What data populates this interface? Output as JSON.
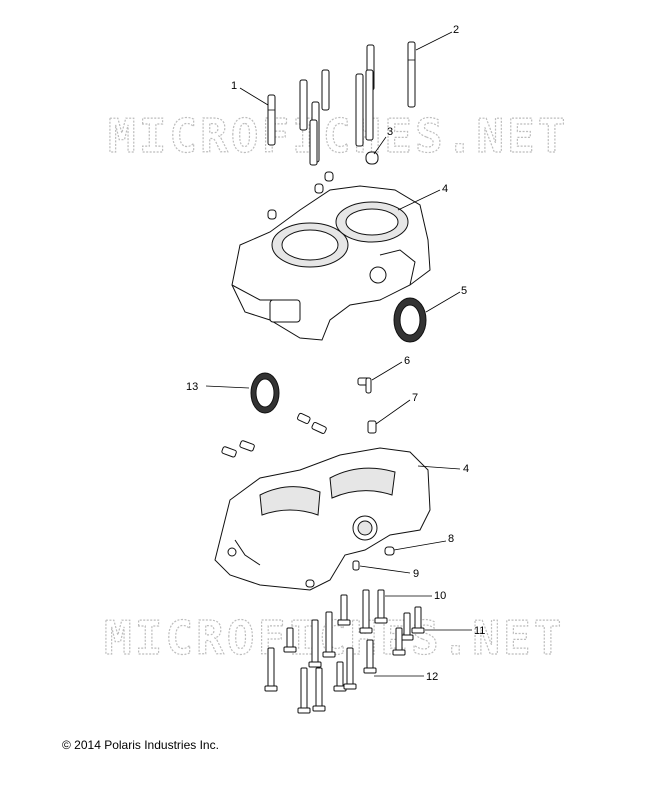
{
  "watermark": "MICROFICHES.NET",
  "copyright": "© 2014 Polaris Industries Inc.",
  "callouts": [
    {
      "id": "1",
      "label": "1"
    },
    {
      "id": "2",
      "label": "2"
    },
    {
      "id": "3",
      "label": "3"
    },
    {
      "id": "4a",
      "label": "4"
    },
    {
      "id": "5",
      "label": "5"
    },
    {
      "id": "6",
      "label": "6"
    },
    {
      "id": "13",
      "label": "13"
    },
    {
      "id": "7",
      "label": "7"
    },
    {
      "id": "4b",
      "label": "4"
    },
    {
      "id": "8",
      "label": "8"
    },
    {
      "id": "9",
      "label": "9"
    },
    {
      "id": "10",
      "label": "10"
    },
    {
      "id": "11",
      "label": "11"
    },
    {
      "id": "12",
      "label": "12"
    }
  ]
}
